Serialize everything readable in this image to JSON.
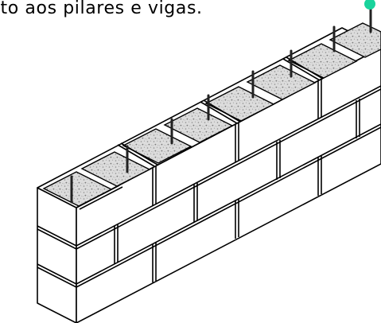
{
  "caption": {
    "text": "nto aos pilares e vigas."
  },
  "colors": {
    "line": "#000000",
    "fill": "#ffffff",
    "grout": "#d9d9d9",
    "grout_speck": "#8c8c8c",
    "rebar": "#222222",
    "marker": "#19d39c"
  },
  "illustration": {
    "subject": "concrete block masonry wall with grouted cells and vertical rebar",
    "courses": 3,
    "rebar_count": 8
  }
}
